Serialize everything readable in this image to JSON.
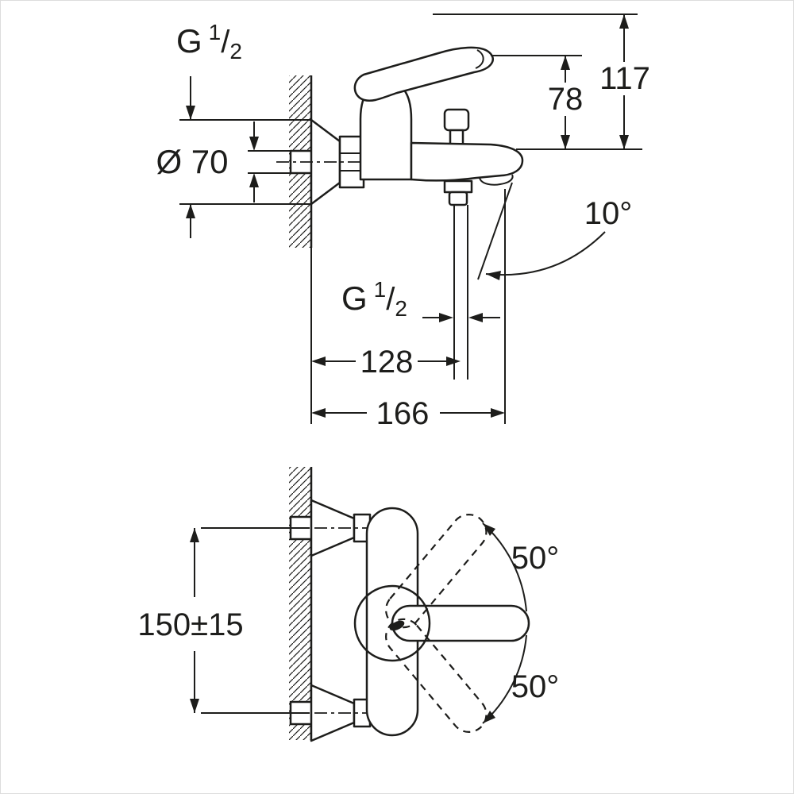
{
  "sheet": {
    "background": "#ffffff",
    "line_color": "#1d1d1b"
  },
  "side_view": {
    "wall_thread_label": {
      "prefix": "G",
      "numerator": "1",
      "denominator": "2"
    },
    "escutcheon_diameter": "Ø 70",
    "height_total": "117",
    "height_to_lever": "78",
    "spout_angle": "10°",
    "hose_thread_label": {
      "prefix": "G",
      "numerator": "1",
      "denominator": "2"
    },
    "hose_distance": "128",
    "spout_reach": "166"
  },
  "plan_view": {
    "connection_spacing": "150±15",
    "lever_swing_upper": "50°",
    "lever_swing_lower": "50°"
  }
}
